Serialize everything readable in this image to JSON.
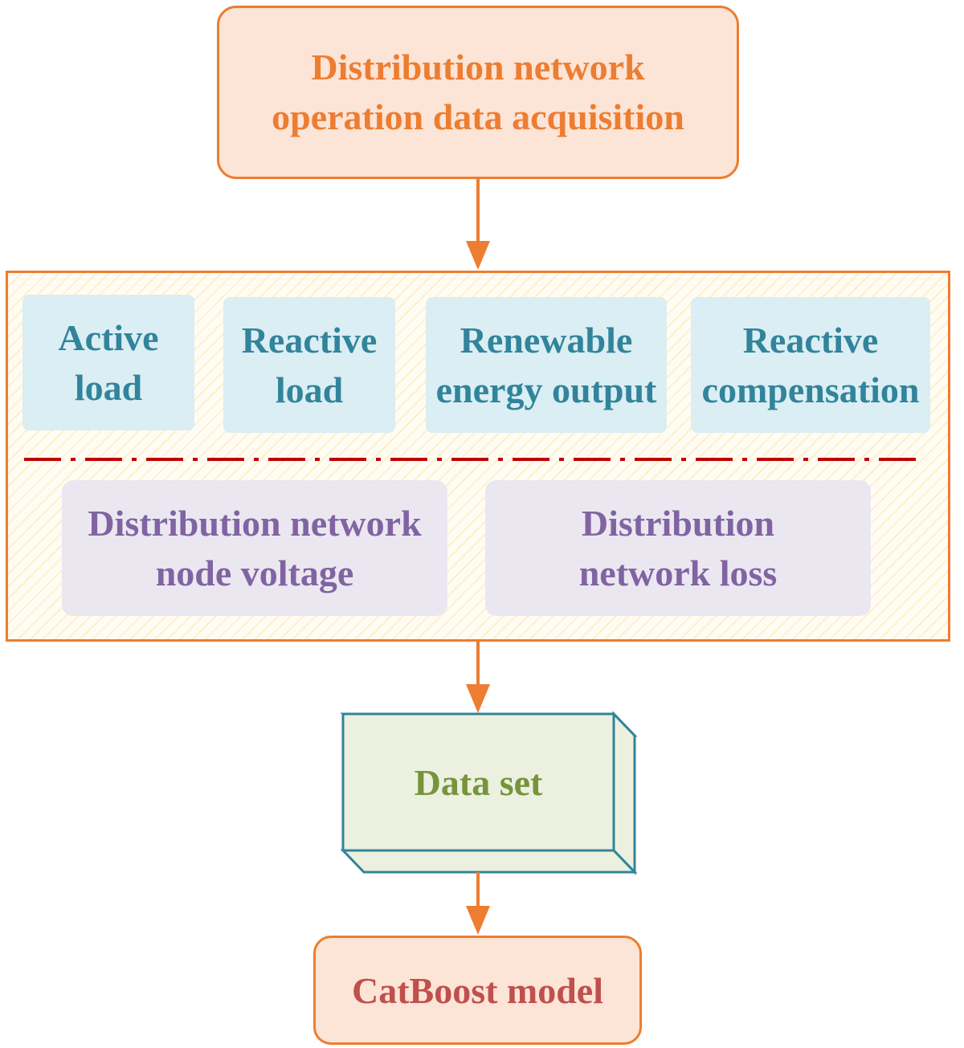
{
  "diagram": {
    "top_box": {
      "lines": [
        "Distribution network",
        "operation data acquisition"
      ]
    },
    "inputs": [
      {
        "lines": [
          "Active",
          "load"
        ]
      },
      {
        "lines": [
          "Reactive",
          "load"
        ]
      },
      {
        "lines": [
          "Renewable",
          "energy output"
        ]
      },
      {
        "lines": [
          "Reactive",
          "compensation"
        ]
      }
    ],
    "outputs": [
      {
        "lines": [
          "Distribution network",
          "node voltage"
        ]
      },
      {
        "lines": [
          "Distribution",
          "network loss"
        ]
      }
    ],
    "dataset": {
      "label": "Data set"
    },
    "model": {
      "label": "CatBoost model"
    },
    "colors": {
      "orange": "#ed7d31",
      "peach_fill": "#fce4d6",
      "teal_text": "#31849b",
      "light_blue_fill": "#daeef3",
      "purple_text": "#8064a2",
      "lavender_fill": "#ebe7f1",
      "green_text": "#77933c",
      "light_green_fill": "#ebf1de",
      "cube_border": "#31849b",
      "separator_red": "#c00000",
      "model_text": "#c0504d"
    }
  }
}
